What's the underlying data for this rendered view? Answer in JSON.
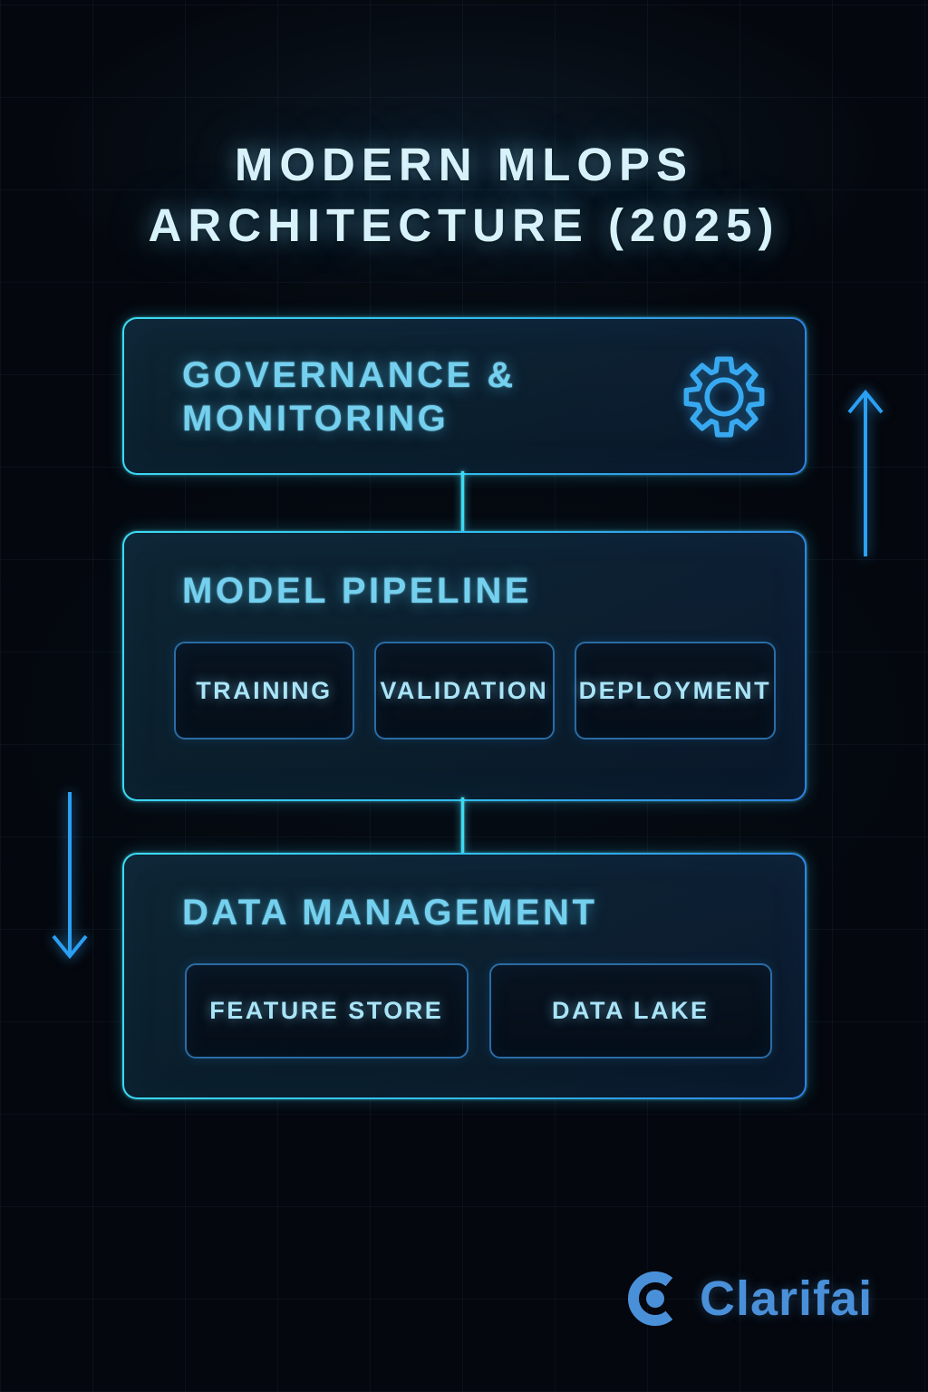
{
  "header": {
    "title_line1": "MODERN MLOPS",
    "title_line2": "ARCHITECTURE (2025)"
  },
  "governance": {
    "title_line1": "GOVERNANCE &",
    "title_line2": "MONITORING",
    "icon": "gear-icon"
  },
  "pipeline": {
    "title": "MODEL PIPELINE",
    "stages": [
      {
        "label": "TRAINING"
      },
      {
        "label": "VALIDATION"
      },
      {
        "label": "DEPLOYMENT"
      }
    ]
  },
  "data_management": {
    "title": "DATA MANAGEMENT",
    "stores": [
      {
        "label": "FEATURE STORE"
      },
      {
        "label": "DATA LAKE"
      }
    ]
  },
  "flow_arrows": {
    "right_arrow_direction": "up",
    "left_arrow_direction": "down"
  },
  "brand": {
    "wordmark": "Clarifai",
    "icon": "clarifai-c-icon"
  },
  "colors": {
    "background": "#04070d",
    "accent_cyan": "#3cdcf2",
    "accent_blue": "#2e7fe0",
    "arrow_blue": "#2ba0f2",
    "connector_cyan": "#3adcf2",
    "title_text": "#d8f2fb",
    "heading_text": "#74d0ee",
    "chip_text": "#a9e4f7",
    "chip_border": "#2a6ca5",
    "brand_blue": "#4a90d9"
  }
}
